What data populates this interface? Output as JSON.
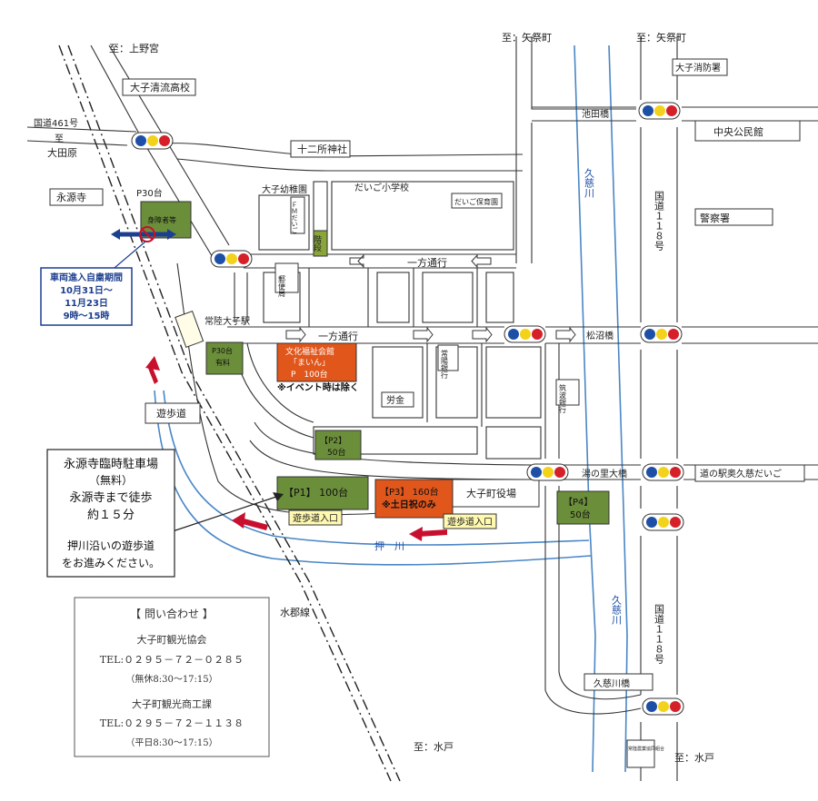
{
  "roads": {
    "to_uenomiya": "至：上野宮",
    "to_yamatsuri_1": "至：矢祭町",
    "to_yamatsuri_2": "至：矢祭町",
    "to_mito_1": "至：水戸",
    "to_mito_2": "至：水戸",
    "national_461": "国道461号",
    "to_otahara_prefix": "至",
    "to_otahara": "大田原",
    "eigenji": "永源寺",
    "national_118_top": "国道１１８号",
    "national_118_bottom": "国道１１８号",
    "oneway_1": "一方通行",
    "oneway_2": "一方通行",
    "suigun_line": "水郡線"
  },
  "landmarks": {
    "daigo_seiryu_hs": "大子清流高校",
    "juniso_shrine": "十二所神社",
    "daigo_kindergarten": "大子幼稚園",
    "daigo_elementary": "だいご小学校",
    "daigo_nursery": "だいご保育園",
    "fm_daigo": "ＦＭだいご",
    "fire_station": "大子消防署",
    "central_hall": "中央公民館",
    "police": "警察署",
    "ikeda_bridge": "池田橋",
    "matsunuma_bridge": "松沼橋",
    "yunosato_bridge": "湯の里大橋",
    "kujigawa_bridge": "久慈川橋",
    "michinoeki": "道の駅奥久慈だいご",
    "post_office": "郵便局",
    "joyo_bank": "常陽銀行",
    "tsukuba_bank": "筑波銀行",
    "rokin": "労金",
    "town_office": "大子町役場",
    "station": "常陸大子駅",
    "promenade": "遊歩道",
    "promenade_entrance_1": "遊歩道入口",
    "promenade_entrance_2": "遊歩道入口",
    "oshikawa": "押　川",
    "kujigawa_top": "久慈川",
    "kujigawa_bottom": "久慈川",
    "nokyo": "常陸農業協同組合",
    "kaidan": "階段"
  },
  "parking": {
    "disabled": "身障者等",
    "p30_free": "P30台",
    "p30_paid_line1": "P30台",
    "p30_paid_line2": "有料",
    "bunka_line1": "文化福祉会館",
    "bunka_line2": "「まいん」",
    "bunka_line3": "P　100台",
    "bunka_note": "※イベント時は除く",
    "p2_name": "【P2】",
    "p2_count": "50台",
    "p1": "【P1】 100台",
    "p3_line1": "【P3】 160台",
    "p3_line2": "※土日祝のみ",
    "p4_name": "【P4】",
    "p4_count": "50台"
  },
  "restriction": {
    "title": "車両進入自粛期間",
    "dates": "10月31日～",
    "dates2": "11月23日",
    "hours": "9時～15時"
  },
  "temp_parking": {
    "title": "永源寺臨時駐車場",
    "free": "（無料）",
    "walk1": "永源寺まで徒歩",
    "walk2": "約１５分",
    "guide1": "押川沿いの遊歩道",
    "guide2": "をお進みください。"
  },
  "contact": {
    "header": "【 問い合わせ 】",
    "org1": "大子町観光協会",
    "tel1": "TEL:０２９５－７２－０２８５",
    "hours1": "（無休8:30～17:15）",
    "org2": "大子町観光商工課",
    "tel2": "TEL:０２９５－７２－１１３８",
    "hours2": "（平日8:30～17:15）"
  },
  "colors": {
    "parking_green": "#6b8e3a",
    "parking_orange": "#e0561b",
    "river_blue": "#4a86c5",
    "restriction_blue": "#1c3f8f",
    "arrow_red": "#c8102e",
    "signal_blue": "#1d4fa6",
    "signal_yellow": "#f2d21b",
    "signal_red": "#d5202a"
  }
}
